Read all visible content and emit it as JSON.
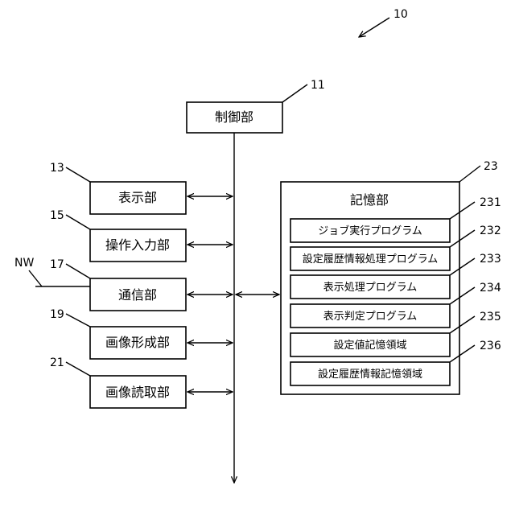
{
  "figure_ref": "10",
  "controller": {
    "label": "制御部",
    "ref": "11"
  },
  "left_units": [
    {
      "label": "表示部",
      "ref": "13"
    },
    {
      "label": "操作入力部",
      "ref": "15"
    },
    {
      "label": "通信部",
      "ref": "17"
    },
    {
      "label": "画像形成部",
      "ref": "19"
    },
    {
      "label": "画像読取部",
      "ref": "21"
    }
  ],
  "network_label": "NW",
  "storage": {
    "label": "記憶部",
    "ref": "23",
    "items": [
      {
        "label": "ジョブ実行プログラム",
        "ref": "231"
      },
      {
        "label": "設定履歴情報処理プログラム",
        "ref": "232"
      },
      {
        "label": "表示処理プログラム",
        "ref": "233"
      },
      {
        "label": "表示判定プログラム",
        "ref": "234"
      },
      {
        "label": "設定値記憶領域",
        "ref": "235"
      },
      {
        "label": "設定履歴情報記憶領域",
        "ref": "236"
      }
    ]
  }
}
